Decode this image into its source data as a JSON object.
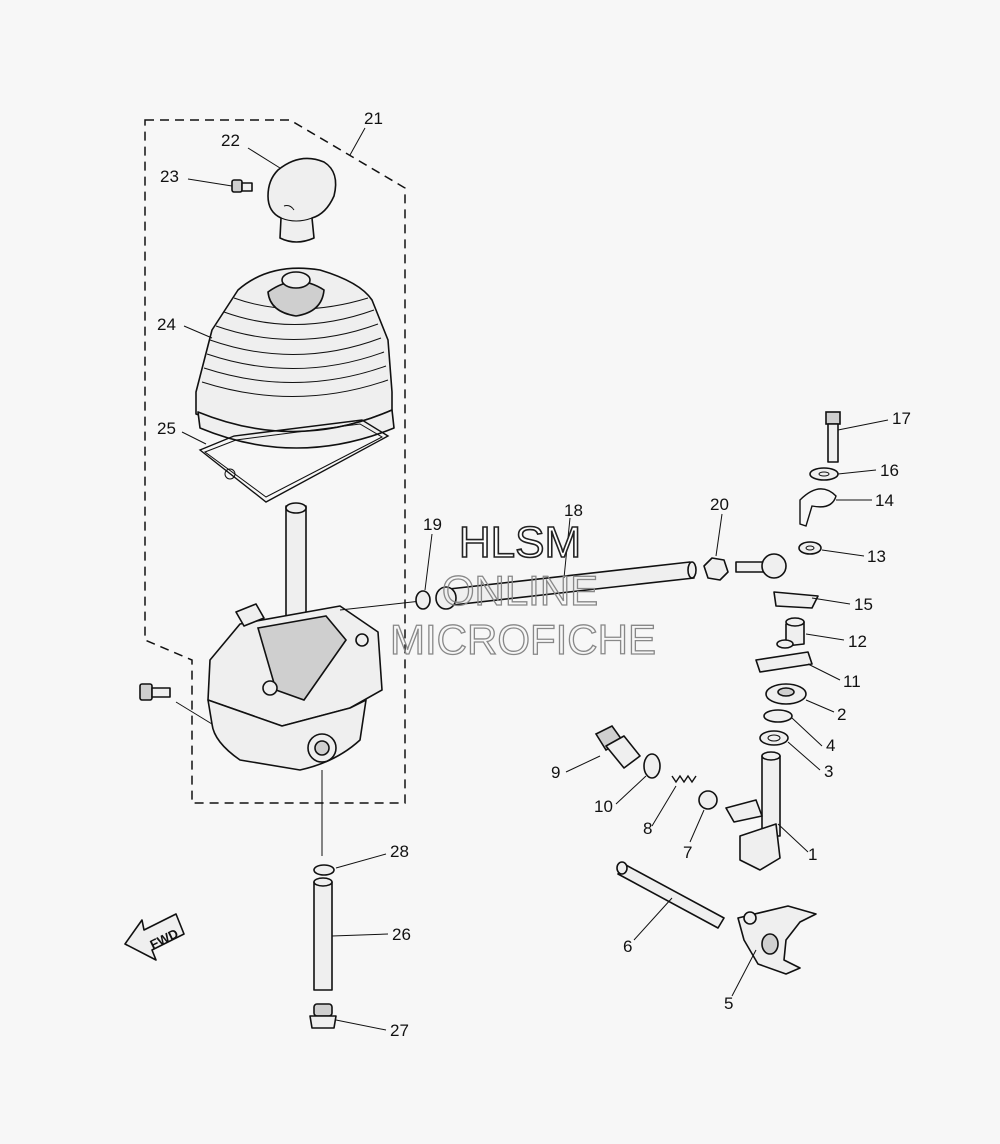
{
  "callouts": {
    "c1": "1",
    "c2": "2",
    "c3": "3",
    "c4": "4",
    "c5": "5",
    "c6": "6",
    "c7": "7",
    "c8": "8",
    "c9": "9",
    "c10": "10",
    "c11": "11",
    "c12": "12",
    "c13": "13",
    "c14": "14",
    "c15": "15",
    "c16": "16",
    "c17": "17",
    "c18": "18",
    "c19": "19",
    "c20": "20",
    "c21": "21",
    "c22": "22",
    "c23": "23",
    "c24": "24",
    "c25": "25",
    "c26": "26",
    "c27": "27",
    "c28": "28"
  },
  "direction_label": "FWD",
  "watermark": {
    "line1": "HLSM",
    "line2": "ONLINE",
    "line3": "MICROFICHE"
  }
}
